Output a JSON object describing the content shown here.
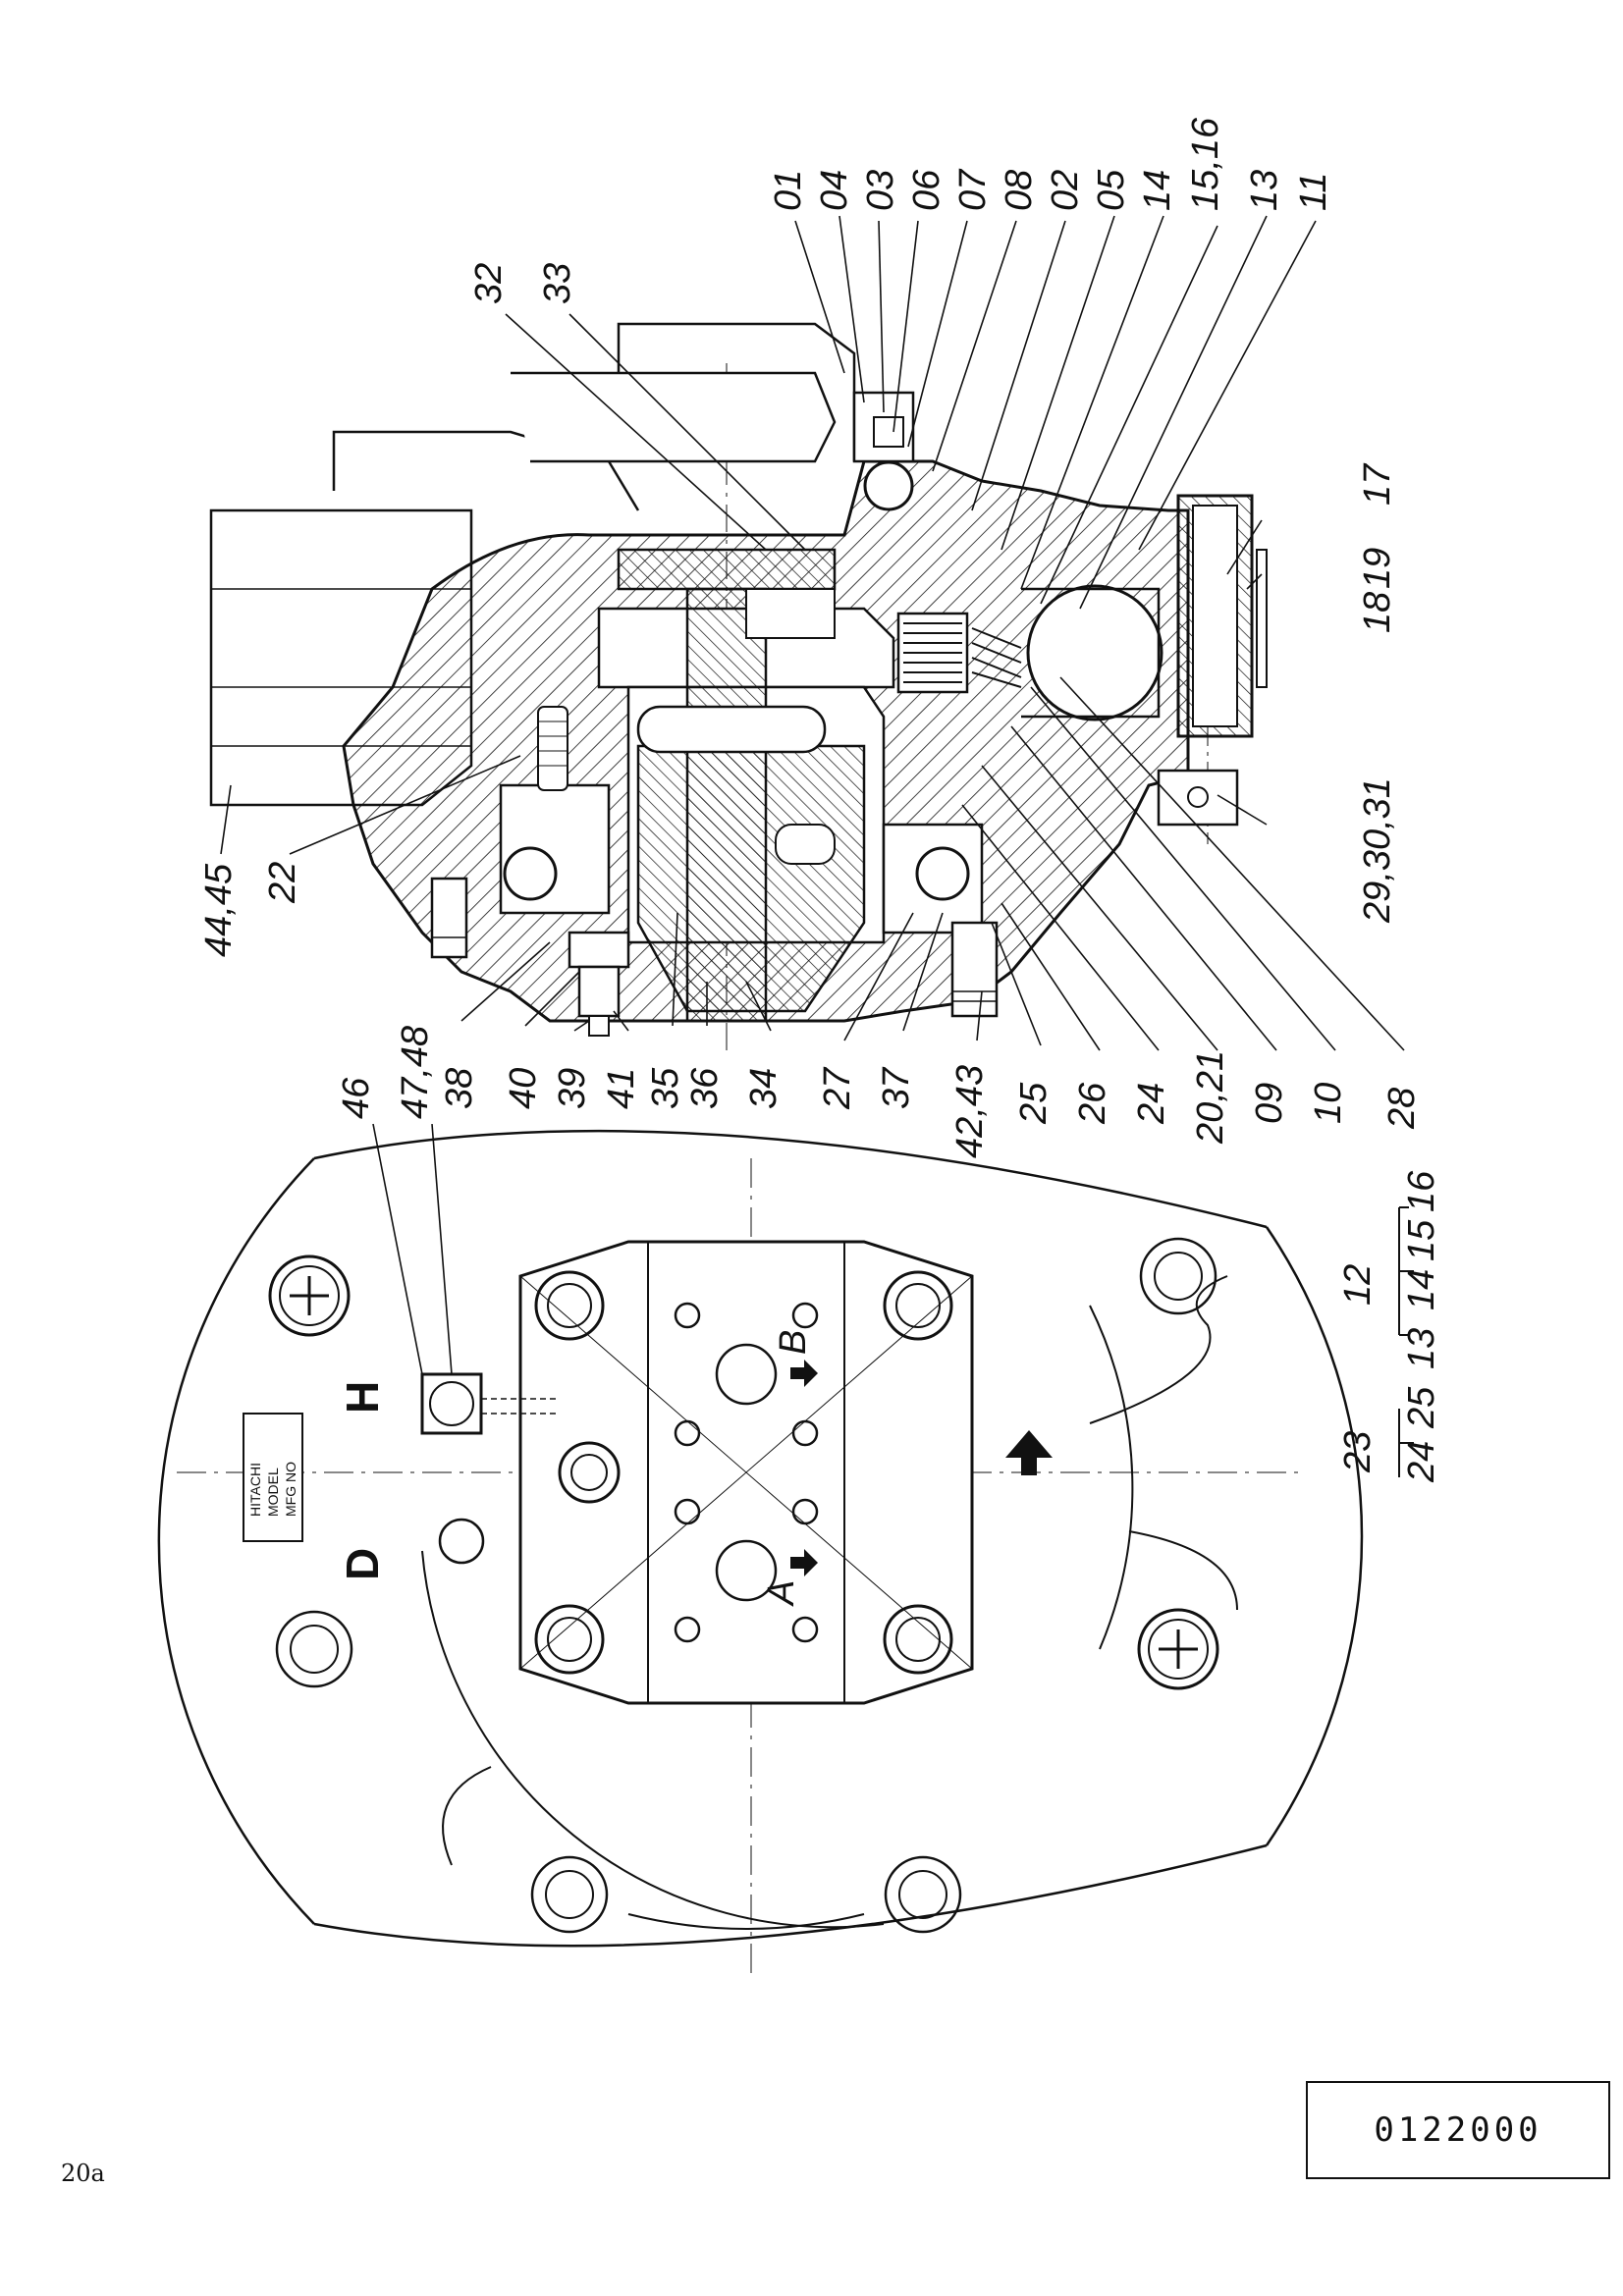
{
  "callouts_right": [
    "01",
    "04",
    "03",
    "06",
    "07",
    "08",
    "02",
    "05",
    "14",
    "15,16",
    "13",
    "11"
  ],
  "callouts_top": [
    "32",
    "33"
  ],
  "callouts_far_right": [
    "17",
    "19",
    "18",
    "29,30,31"
  ],
  "callouts_bottom": [
    "38",
    "40",
    "39",
    "41",
    "35",
    "36",
    "34",
    "27",
    "37",
    "42,43",
    "25",
    "26",
    "24",
    "20,21",
    "09",
    "10",
    "28"
  ],
  "callouts_left": [
    "44,45",
    "22"
  ],
  "callouts_view": [
    "46",
    "47,48"
  ],
  "view_letters": {
    "d": "D",
    "h": "H"
  },
  "port_labels": {
    "a": "A",
    "b": "B"
  },
  "nameplate": {
    "brand": "HITACHI",
    "model": "MODEL",
    "mfg": "MFG NO"
  },
  "assembly_groups": {
    "group_12": {
      "parent": "12",
      "children": [
        "13",
        "14",
        "15",
        "16"
      ]
    },
    "group_23": {
      "parent": "23",
      "children": [
        "24",
        "25"
      ]
    }
  },
  "drawing_number": "0122000",
  "page_number": "20a",
  "colors": {
    "ink": "#111111",
    "paper": "#ffffff"
  }
}
